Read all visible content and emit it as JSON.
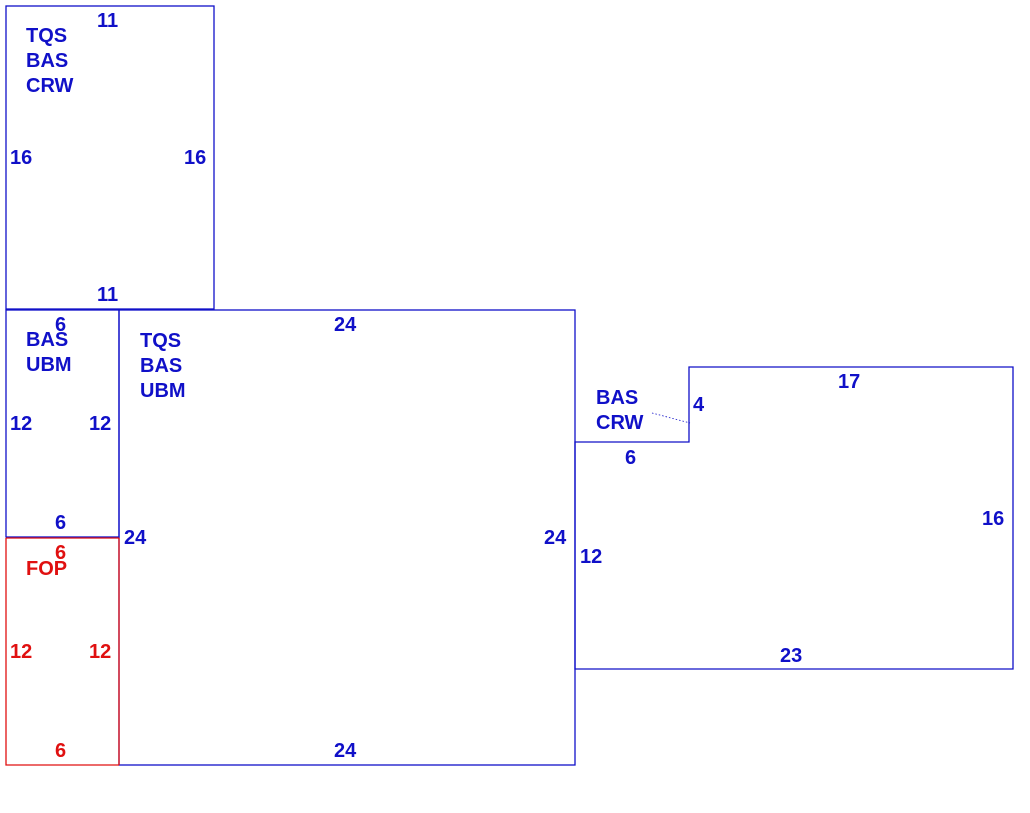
{
  "colors": {
    "building": "#1010c8",
    "porch": "#e01010"
  },
  "areas": {
    "top_left": {
      "codes": [
        "TQS",
        "BAS",
        "CRW"
      ],
      "dims": {
        "top": "11",
        "left": "16",
        "right": "16",
        "bottom": "11"
      }
    },
    "small_ubm": {
      "codes": [
        "BAS",
        "UBM"
      ],
      "dims": {
        "top": "6",
        "left": "12",
        "right": "12",
        "bottom": "6"
      }
    },
    "porch": {
      "codes": [
        "FOP"
      ],
      "dims": {
        "top": "6",
        "left": "12",
        "right": "12",
        "bottom": "6"
      }
    },
    "main": {
      "codes": [
        "TQS",
        "BAS",
        "UBM"
      ],
      "dims": {
        "top": "24",
        "left": "24",
        "right": "24",
        "bottom": "24"
      }
    },
    "right_wing": {
      "codes": [
        "BAS",
        "CRW"
      ],
      "dims": {
        "notch_bottom": "6",
        "notch_right": "4",
        "top": "17",
        "right": "16",
        "bottom": "23",
        "left": "12"
      }
    }
  }
}
